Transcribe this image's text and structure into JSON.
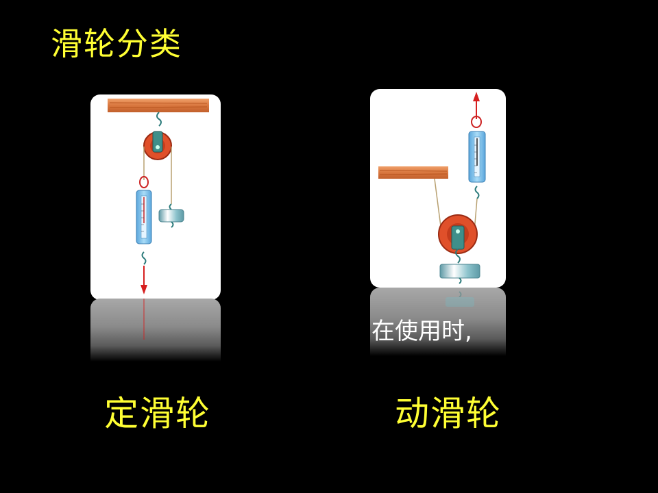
{
  "slide": {
    "title": "滑轮分类"
  },
  "fixed_pulley": {
    "label": "定滑轮"
  },
  "movable_pulley": {
    "label": "动滑轮",
    "reflection_text": "在使用时,"
  },
  "colors": {
    "title": "#ffff33",
    "wood": "#d9773f",
    "pulley_ring": "#e0502a",
    "scale_body": "#7fc0ea",
    "arrow": "#d61f1f",
    "weight": "#7ab9c4"
  }
}
